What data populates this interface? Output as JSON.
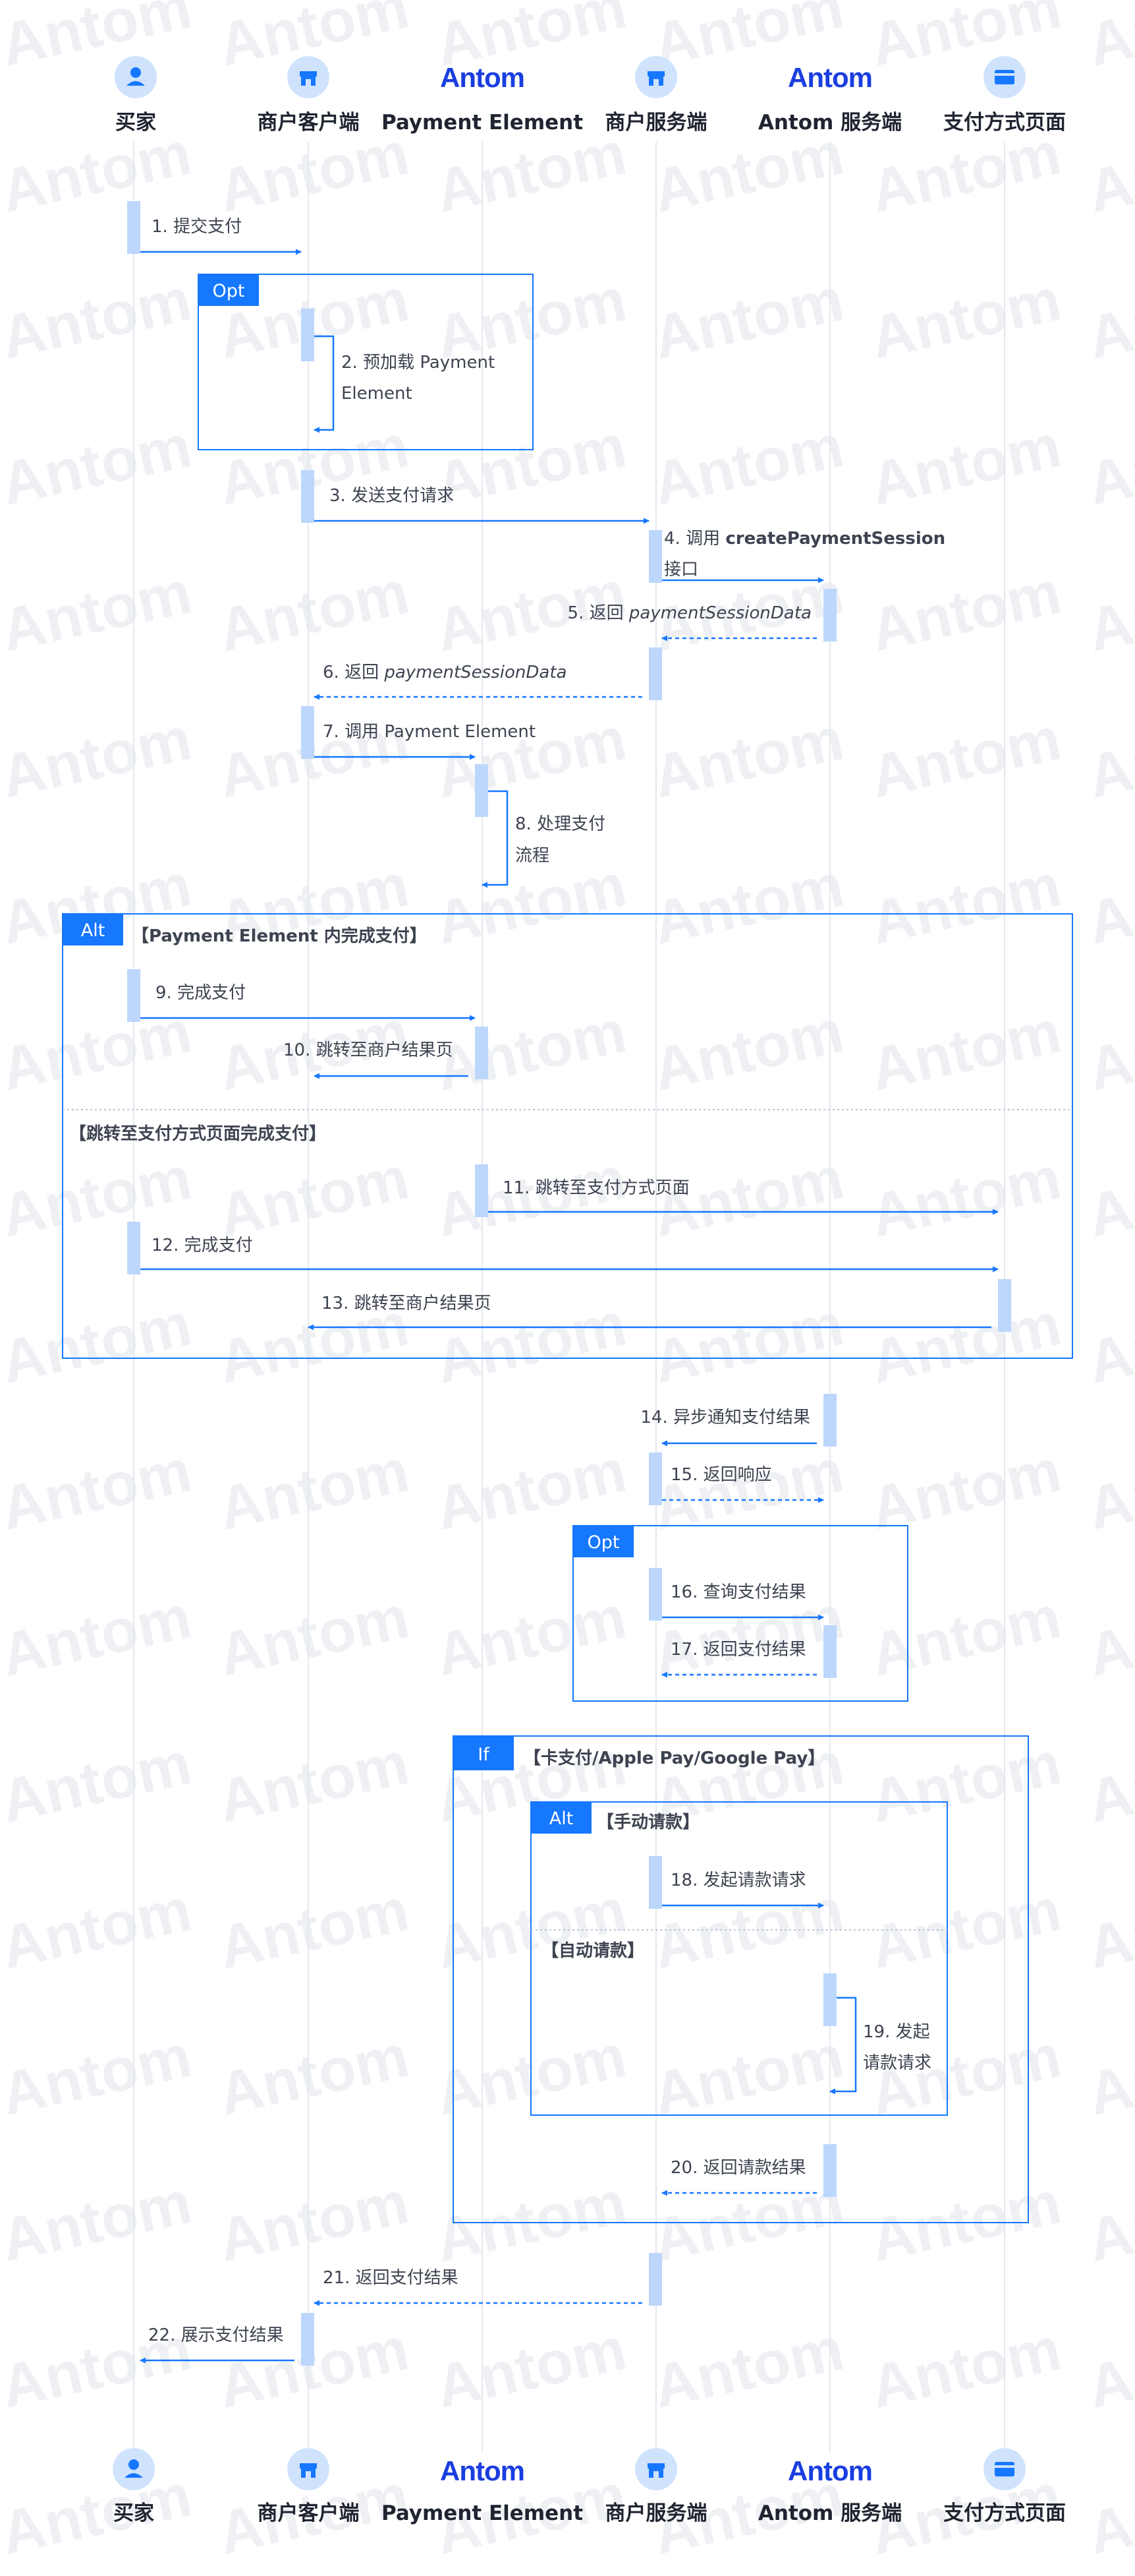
{
  "participants": [
    {
      "name": "买家",
      "icon": "user-icon"
    },
    {
      "name": "商户客户端",
      "icon": "store-icon"
    },
    {
      "name": "Payment Element",
      "icon": "antom-logo",
      "brand": "Antom"
    },
    {
      "name": "商户服务端",
      "icon": "store-icon"
    },
    {
      "name": "Antom 服务端",
      "icon": "antom-logo",
      "brand": "Antom"
    },
    {
      "name": "支付方式页面",
      "icon": "card-icon"
    }
  ],
  "watermark": "Antom",
  "colors": {
    "accent": "#1677ff",
    "activation": "#bcd7fb",
    "lifeline": "#e4e8ee",
    "brand": "#1a3ee0"
  },
  "messages": [
    {
      "n": "1. 提交支付"
    },
    {
      "n": "2. 预加载 Payment",
      "l2": "Element"
    },
    {
      "n": "3. 发送支付请求"
    },
    {
      "n": "4. 调用 ",
      "bold": "createPaymentSession",
      "l2": "接口"
    },
    {
      "n": "5. 返回 ",
      "italic": "paymentSessionData"
    },
    {
      "n": "6. 返回 ",
      "italic": "paymentSessionData"
    },
    {
      "n": "7. 调用 Payment Element"
    },
    {
      "n": "8. 处理支付",
      "l2": "流程"
    },
    {
      "n": "9. 完成支付"
    },
    {
      "n": "10. 跳转至商户结果页"
    },
    {
      "n": "11. 跳转至支付方式页面"
    },
    {
      "n": "12. 完成支付"
    },
    {
      "n": "13. 跳转至商户结果页"
    },
    {
      "n": "14. 异步通知支付结果"
    },
    {
      "n": "15. 返回响应"
    },
    {
      "n": "16. 查询支付结果"
    },
    {
      "n": "17. 返回支付结果"
    },
    {
      "n": "18. 发起请款请求"
    },
    {
      "n": "19. 发起",
      "l2": "请款请求"
    },
    {
      "n": "20. 返回请款结果"
    },
    {
      "n": "21. 返回支付结果"
    },
    {
      "n": "22. 展示支付结果"
    }
  ],
  "fragments": [
    {
      "label": "Opt",
      "guard": ""
    },
    {
      "label": "Alt",
      "guard": "【Payment Element 内完成支付】",
      "guard2": "【跳转至支付方式页面完成支付】"
    },
    {
      "label": "Opt",
      "guard": ""
    },
    {
      "label": "If",
      "guard": "【卡支付/Apple Pay/Google Pay】"
    },
    {
      "label": "Alt",
      "guard": "【手动请款】",
      "guard2": "【自动请款】"
    }
  ]
}
